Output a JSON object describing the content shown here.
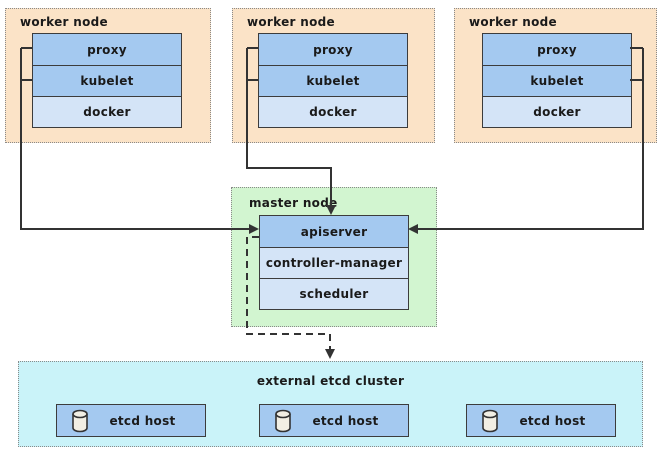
{
  "worker_nodes": [
    {
      "title": "worker node",
      "components": [
        "proxy",
        "kubelet",
        "docker"
      ]
    },
    {
      "title": "worker node",
      "components": [
        "proxy",
        "kubelet",
        "docker"
      ]
    },
    {
      "title": "worker node",
      "components": [
        "proxy",
        "kubelet",
        "docker"
      ]
    }
  ],
  "master_node": {
    "title": "master node",
    "components": [
      "apiserver",
      "controller-manager",
      "scheduler"
    ]
  },
  "etcd_cluster": {
    "title": "external etcd cluster",
    "hosts": [
      {
        "icon": "database-icon",
        "label": "etcd host"
      },
      {
        "icon": "database-icon",
        "label": "etcd host"
      },
      {
        "icon": "database-icon",
        "label": "etcd host"
      }
    ]
  },
  "connections": [
    {
      "from": "worker-node-1 proxy/kubelet",
      "to": "apiserver left edge",
      "style": "solid-arrow"
    },
    {
      "from": "worker-node-2 proxy/kubelet",
      "to": "apiserver top edge",
      "style": "solid-arrow"
    },
    {
      "from": "worker-node-3 proxy/kubelet",
      "to": "apiserver right edge",
      "style": "solid-arrow"
    },
    {
      "from": "apiserver",
      "to": "external etcd cluster",
      "style": "dashed-arrow"
    }
  ],
  "colors": {
    "canvas_bg": "#ffffff",
    "worker_bg": "#fbe3c7",
    "master_bg": "#d2f5d0",
    "etcd_bg": "#caf3f9",
    "component_primary": "#a4c9f0",
    "component_secondary": "#d4e4f7",
    "box_border": "#3c3c3c",
    "container_border": "#8a8a8a",
    "connector": "#333333",
    "text": "#1a1a1a",
    "db_icon_fill": "#f2efe4"
  }
}
